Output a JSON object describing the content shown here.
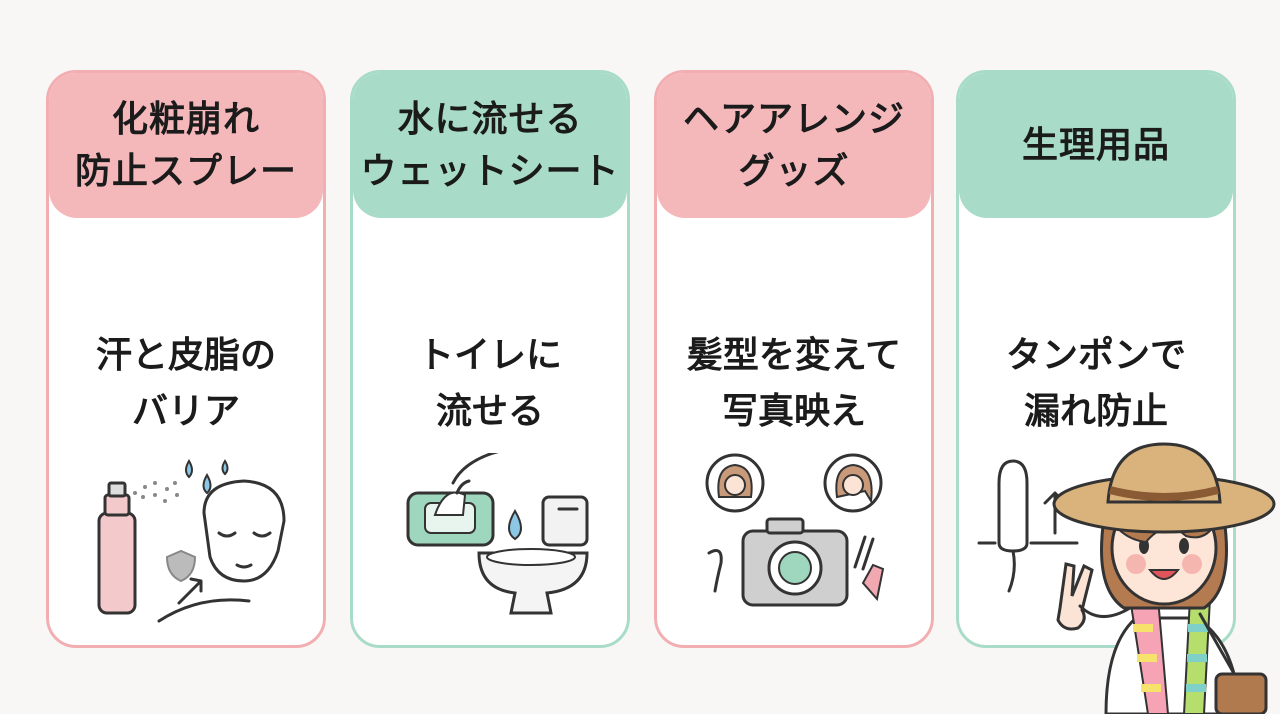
{
  "cards": [
    {
      "title": "化粧崩れ\n防止スプレー",
      "desc": "汗と皮脂の\nバリア",
      "theme": "pink",
      "icon": "spray-face-icon"
    },
    {
      "title": "水に流せる\nウェットシート",
      "desc": "トイレに\n流せる",
      "theme": "mint",
      "icon": "wet-wipes-toilet-icon"
    },
    {
      "title": "ヘアアレンジ\nグッズ",
      "desc": "髪型を変えて\n写真映え",
      "theme": "pink",
      "icon": "hair-camera-icon"
    },
    {
      "title": "生理用品",
      "desc": "タンポンで\n漏れ防止",
      "theme": "mint",
      "icon": "tampon-icon"
    }
  ],
  "colors": {
    "pink_header": "#f4b8bb",
    "mint_header": "#a8dcc8",
    "background": "#f8f7f6"
  },
  "mascot": {
    "icon": "girl-peace-sign-icon"
  }
}
